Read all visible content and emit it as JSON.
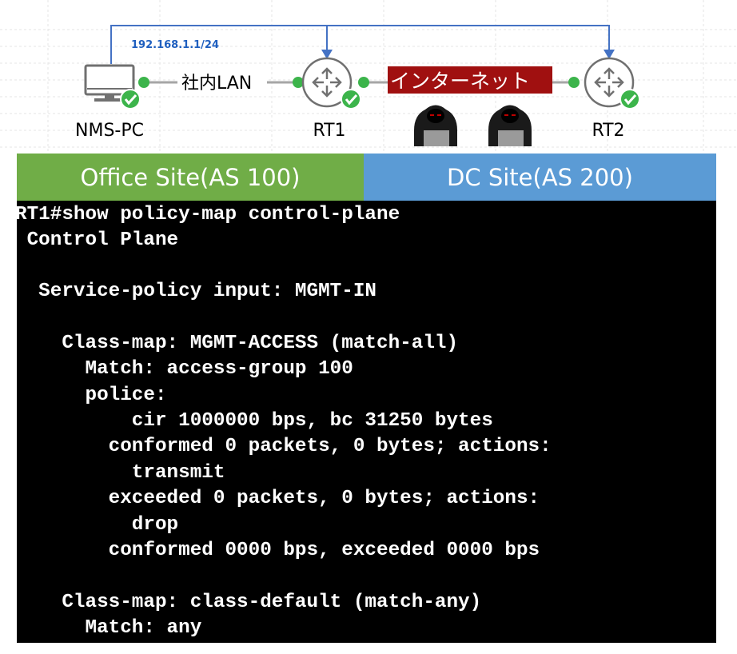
{
  "topology": {
    "ip_label": "192.168.1.1/24",
    "lan_label": "社内LAN",
    "internet_label": "インターネット",
    "devices": [
      {
        "name": "NMS-PC",
        "icon": "pc-icon"
      },
      {
        "name": "RT1",
        "icon": "router-icon"
      },
      {
        "name": "RT2",
        "icon": "router-icon"
      }
    ],
    "status_icon": "check-circle-icon",
    "attacker_icon": "hacker-icon",
    "colors": {
      "link_green": "#3cb44b",
      "arrow_blue": "#4472c4",
      "ip_blue": "#1f5fbf",
      "internet_red": "#a01010",
      "office_green": "#70ad47",
      "dc_blue": "#5b9bd5"
    }
  },
  "sites": {
    "office": "Office Site(AS 100)",
    "dc": "DC Site(AS 200)"
  },
  "terminal": {
    "lines": [
      "RT1#show policy-map control-plane",
      " Control Plane",
      "",
      "  Service-policy input: MGMT-IN",
      "",
      "    Class-map: MGMT-ACCESS (match-all)",
      "      Match: access-group 100",
      "      police:",
      "          cir 1000000 bps, bc 31250 bytes",
      "        conformed 0 packets, 0 bytes; actions:",
      "          transmit",
      "        exceeded 0 packets, 0 bytes; actions:",
      "          drop",
      "        conformed 0000 bps, exceeded 0000 bps",
      "",
      "    Class-map: class-default (match-any)",
      "      Match: any"
    ]
  }
}
